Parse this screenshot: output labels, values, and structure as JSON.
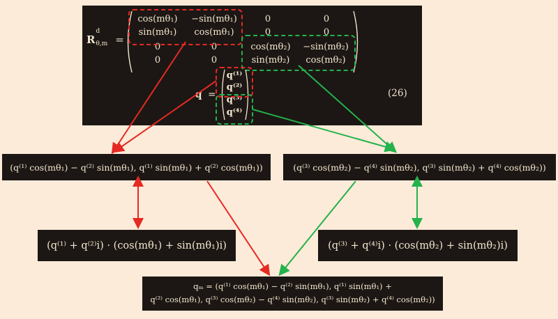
{
  "matrix": {
    "lhs": "R",
    "lhs_sup": "d",
    "lhs_sub": "θ,m",
    "equals": "=",
    "cells": [
      [
        "cos(mθ₁)",
        "−sin(mθ₁)",
        "0",
        "0"
      ],
      [
        "sin(mθ₁)",
        "cos(mθ₁)",
        "0",
        "0"
      ],
      [
        "0",
        "0",
        "cos(mθ₂)",
        "−sin(mθ₂)"
      ],
      [
        "0",
        "0",
        "sin(mθ₂)",
        "cos(mθ₂)"
      ]
    ],
    "eq_number": "(26)"
  },
  "vector": {
    "lhs": "q",
    "equals": "=",
    "entries": [
      "q⁽¹⁾",
      "q⁽²⁾",
      "q⁽³⁾",
      "q⁽⁴⁾"
    ]
  },
  "boxes": {
    "left_rotation": "(q⁽¹⁾ cos(mθ₁) − q⁽²⁾ sin(mθ₁), q⁽¹⁾ sin(mθ₁) + q⁽²⁾ cos(mθ₁))",
    "right_rotation": "(q⁽³⁾ cos(mθ₂) − q⁽⁴⁾ sin(mθ₂), q⁽³⁾ sin(mθ₂) + q⁽⁴⁾ cos(mθ₂))",
    "left_complex": "(q⁽¹⁾ + q⁽²⁾i) · (cos(mθ₁) + sin(mθ₁)i)",
    "right_complex": "(q⁽³⁾ + q⁽⁴⁾i) · (cos(mθ₂) + sin(mθ₂)i)",
    "result_line1": "qₘ = (q⁽¹⁾ cos(mθ₁) − q⁽²⁾ sin(mθ₁), q⁽¹⁾ sin(mθ₁) +",
    "result_line2": "q⁽²⁾ cos(mθ₁), q⁽³⁾ cos(mθ₂) − q⁽⁴⁾ sin(mθ₂), q⁽³⁾ sin(mθ₂) + q⁽⁴⁾ cos(mθ₂))"
  },
  "colors": {
    "background": "#fdebd9",
    "panel": "#1c1714",
    "text": "#f3e6cf",
    "red_arrow": "#e42a22",
    "green_arrow": "#24b24c"
  }
}
